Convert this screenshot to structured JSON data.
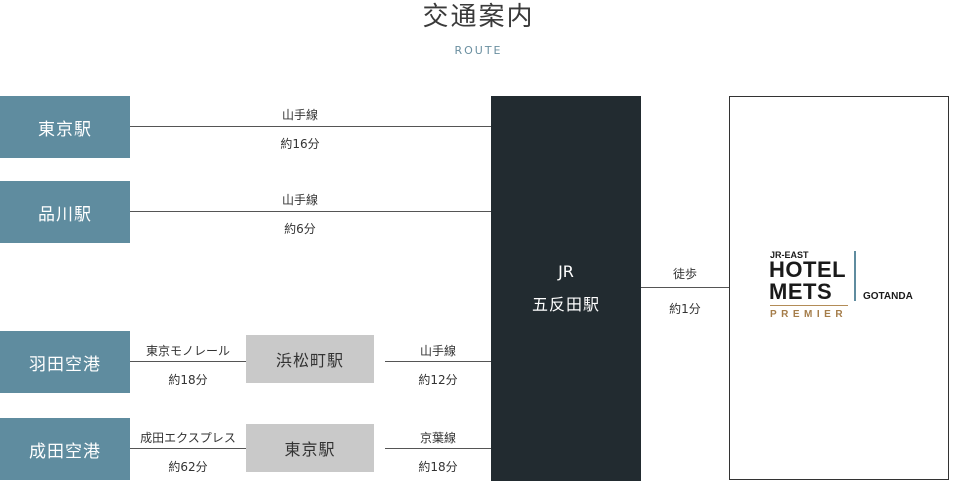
{
  "header": {
    "title": "交通案内",
    "subtitle": "ROUTE"
  },
  "routes": {
    "tokyo": {
      "origin": "東京駅",
      "line": "山手線",
      "time": "約16分"
    },
    "shinagawa": {
      "origin": "品川駅",
      "line": "山手線",
      "time": "約6分"
    },
    "haneda": {
      "origin": "羽田空港",
      "leg1_line": "東京モノレール",
      "leg1_time": "約18分",
      "transfer": "浜松町駅",
      "leg2_line": "山手線",
      "leg2_time": "約12分"
    },
    "narita": {
      "origin": "成田空港",
      "leg1_line": "成田エクスプレス",
      "leg1_time": "約62分",
      "transfer": "東京駅",
      "leg2_line": "京葉線",
      "leg2_time": "約18分"
    }
  },
  "hub": {
    "line1": "JR",
    "line2": "五反田駅"
  },
  "walk": {
    "mode": "徒歩",
    "time": "約1分"
  },
  "hotel_logo": {
    "small": "JR-EAST",
    "big1": "HOTEL",
    "big2": "METS",
    "premier": "PREMIER",
    "branch": "GOTANDA"
  },
  "colors": {
    "station": "#5f8c9f",
    "transfer": "#c9c9c9",
    "hub": "#222b30",
    "accent_gold": "#a57d4a"
  }
}
